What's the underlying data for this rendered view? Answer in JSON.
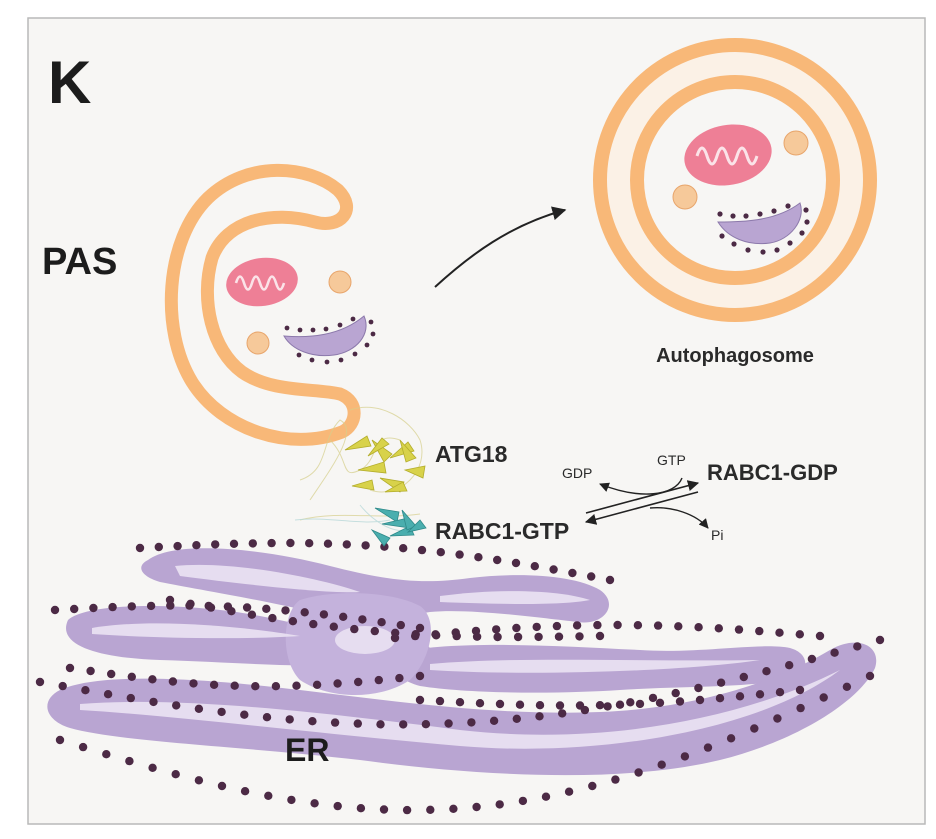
{
  "panel_label": "K",
  "labels": {
    "pas": "PAS",
    "autophagosome": "Autophagosome",
    "atg18": "ATG18",
    "rabc1_gtp": "RABC1-GTP",
    "rabc1_gdp": "RABC1-GDP",
    "gdp": "GDP",
    "gtp": "GTP",
    "pi": "Pi",
    "er": "ER"
  },
  "colors": {
    "background": "#f7f6f4",
    "frame": "#b9b9b9",
    "membrane_orange": "#f8b878",
    "mitochondrion": "#ee7f96",
    "mitochondrion_cristae": "#fbe3e8",
    "vesicle": "#f6c99a",
    "er_purple": "#b9a5d2",
    "er_light": "#e6ddf0",
    "ribosome": "#4c2a45",
    "atg18_yellow": "#d8d24a",
    "rabc1_teal": "#4aaeae",
    "text": "#1c1c1c"
  }
}
